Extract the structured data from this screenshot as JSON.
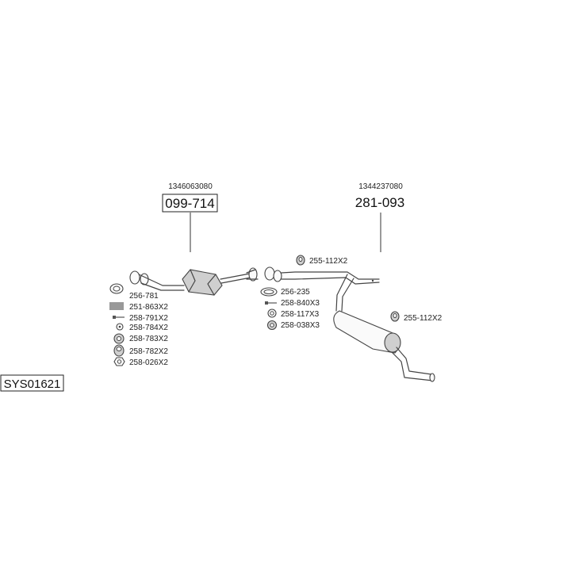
{
  "system_code": "SYS01621",
  "assemblies": {
    "catalytic": {
      "oe_number": "1346063080",
      "part_number": "099-714"
    },
    "silencer": {
      "oe_number": "1344237080",
      "part_number": "281-093"
    }
  },
  "hardware_left": [
    {
      "code": "256-781",
      "icon": "gasket-ring-icon"
    },
    {
      "code": "251-863X2",
      "icon": "spring-icon"
    },
    {
      "code": "258-791X2",
      "icon": "bolt-icon"
    },
    {
      "code": "258-784X2",
      "icon": "washer-icon"
    },
    {
      "code": "258-783X2",
      "icon": "nut-icon"
    },
    {
      "code": "258-782X2",
      "icon": "bushing-icon"
    },
    {
      "code": "258-026X2",
      "icon": "hex-nut-icon"
    }
  ],
  "hardware_mid": [
    {
      "code": "256-235",
      "icon": "gasket-ring-icon"
    },
    {
      "code": "258-840X3",
      "icon": "bolt-icon"
    },
    {
      "code": "258-117X3",
      "icon": "washer-icon"
    },
    {
      "code": "258-038X3",
      "icon": "nut-icon"
    }
  ],
  "hangers": [
    {
      "code": "255-112X2",
      "icon": "rubber-hanger-icon"
    },
    {
      "code": "255-112X2",
      "icon": "rubber-hanger-icon"
    }
  ]
}
